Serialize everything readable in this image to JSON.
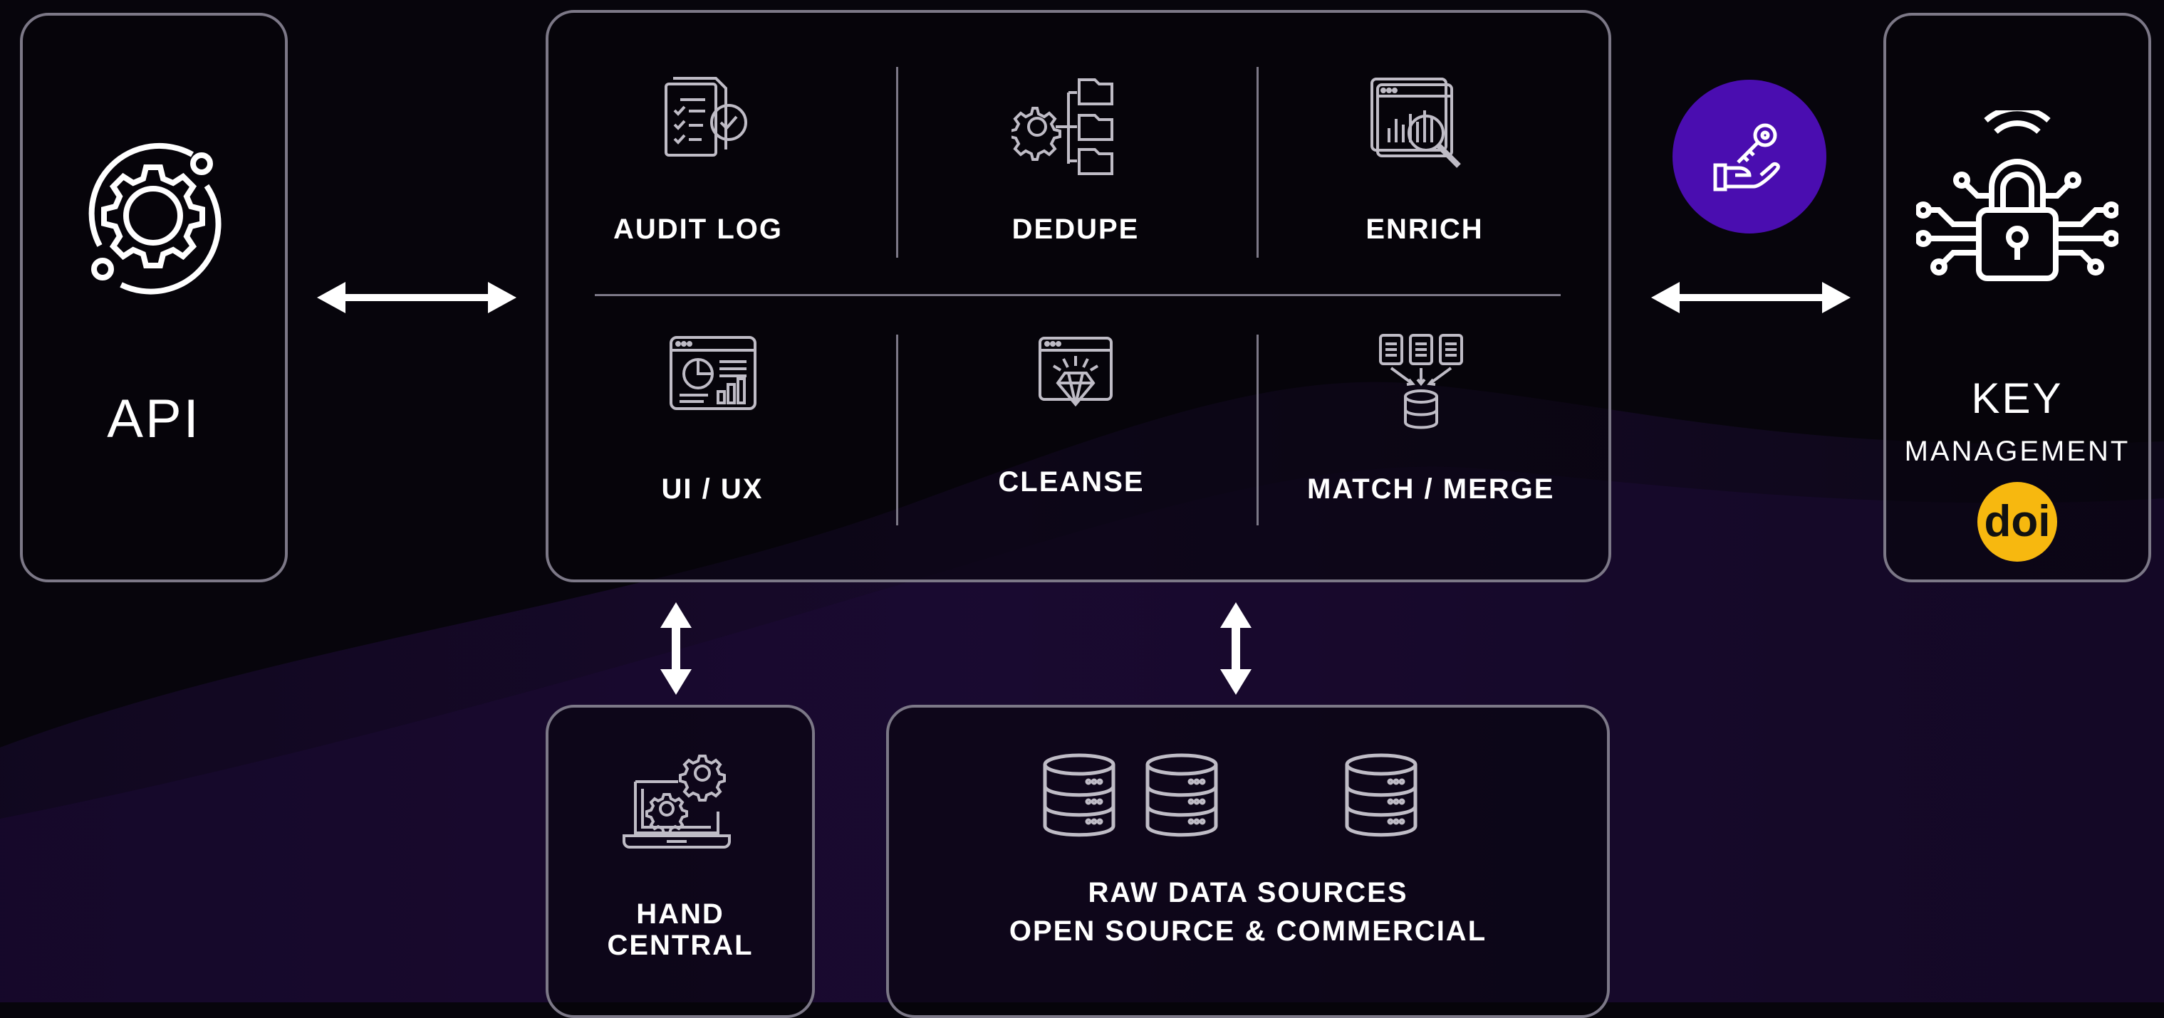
{
  "api": {
    "label": "API",
    "icon": "gear-orbit-icon"
  },
  "services": {
    "top": [
      {
        "label": "AUDIT LOG",
        "icon": "audit-checklist-icon"
      },
      {
        "label": "DEDUPE",
        "icon": "gear-files-icon"
      },
      {
        "label": "ENRICH",
        "icon": "chart-magnifier-icon"
      }
    ],
    "bottom": [
      {
        "label": "UI / UX",
        "icon": "dashboard-icon"
      },
      {
        "label": "CLEANSE",
        "icon": "diamond-window-icon"
      },
      {
        "label": "MATCH / MERGE",
        "icon": "docs-merge-database-icon"
      }
    ]
  },
  "key_management": {
    "line1": "KEY",
    "line2": "MANAGEMENT",
    "badge": "doi",
    "icon": "circuit-lock-icon",
    "hand_icon": "hand-key-icon"
  },
  "hand_central": {
    "line1": "HAND",
    "line2": "CENTRAL",
    "icon": "laptop-gears-icon"
  },
  "raw_sources": {
    "line1": "RAW DATA SOURCES",
    "line2": "OPEN SOURCE & COMMERCIAL",
    "icon": "database-icon"
  },
  "colors": {
    "background": "#07050c",
    "border": "#7c7887",
    "accent_purple": "#4a0db0",
    "doi_yellow": "#f7b80f"
  }
}
